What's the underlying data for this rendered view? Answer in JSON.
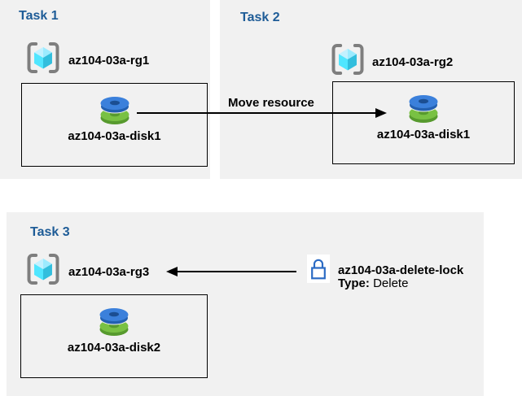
{
  "diagram": {
    "tasks": [
      {
        "title": "Task 1",
        "resource_group": "az104-03a-rg1",
        "disk": "az104-03a-disk1"
      },
      {
        "title": "Task 2",
        "resource_group": "az104-03a-rg2",
        "disk": "az104-03a-disk1"
      },
      {
        "title": "Task 3",
        "resource_group": "az104-03a-rg3",
        "disk": "az104-03a-disk2"
      }
    ],
    "move_arrow_label": "Move resource",
    "lock": {
      "name": "az104-03a-delete-lock",
      "type_label": "Type:",
      "type_value": "Delete"
    },
    "colors": {
      "panel_bg": "#f1f1f1",
      "title_blue": "#1e5c97",
      "lock_blue": "#2b6bc4",
      "disk_blue_top": "#3b80db",
      "disk_blue_rim": "#2360b0",
      "disk_green_top": "#79c143",
      "disk_green_rim": "#579a2e",
      "cube_light": "#c3f1ff",
      "cube_top": "#9cebff",
      "cube_left": "#50e6ff",
      "cube_right": "#32bedd",
      "bracket_gray": "#7e7e7e"
    },
    "icons": {
      "resource_group": "resource-group-icon",
      "disk": "disk-icon",
      "lock": "lock-icon"
    }
  }
}
